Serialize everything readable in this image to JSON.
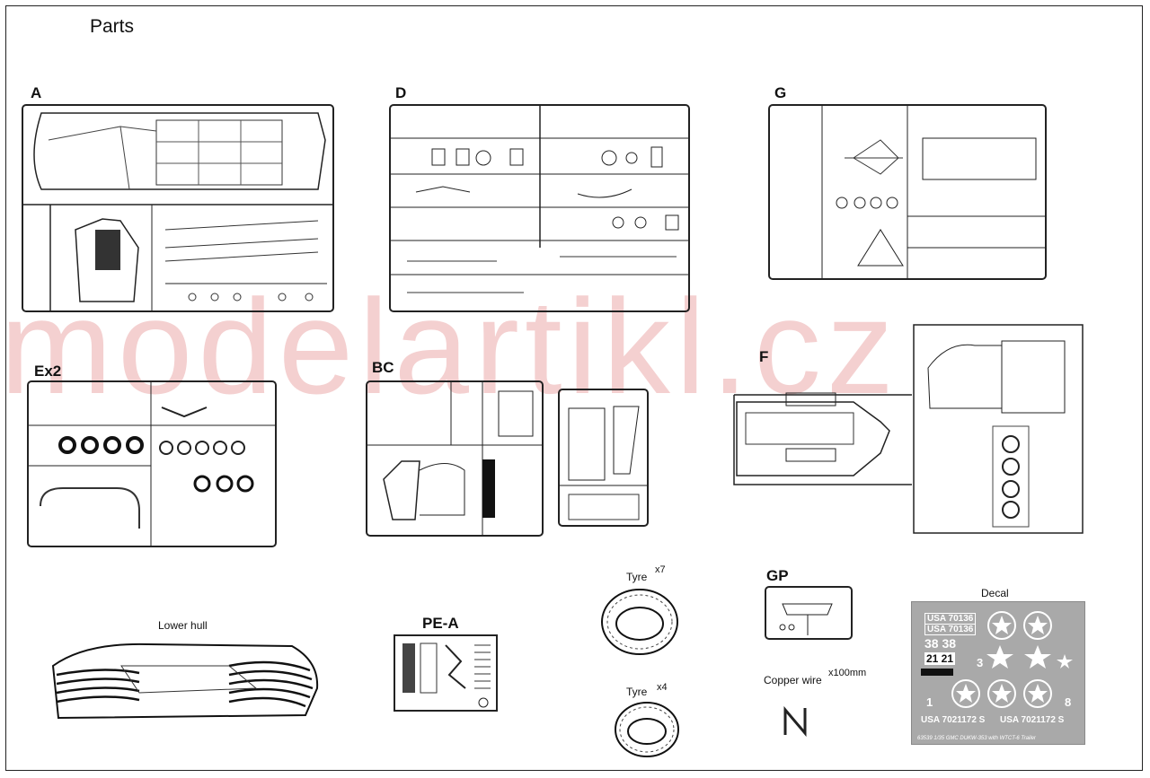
{
  "page": {
    "title": "Parts",
    "watermark": "modelartikl.cz"
  },
  "sprues": {
    "A": "A",
    "D": "D",
    "G": "G",
    "Ex2": "Ex2",
    "BC": "BC",
    "F": "F",
    "GP": "GP",
    "PE_A": "PE-A"
  },
  "captions": {
    "lower_hull": "Lower hull",
    "tyre_large": "Tyre",
    "tyre_large_qty": "x7",
    "tyre_small": "Tyre",
    "tyre_small_qty": "x4",
    "copper_wire": "Copper wire",
    "copper_wire_qty": "x100mm",
    "decal": "Decal"
  },
  "decal_sheet": {
    "reg1": "USA 70136",
    "reg2": "USA 70136",
    "num38": "38 38",
    "num21": "21  21",
    "num3": "3",
    "num1": "1",
    "serial1": "USA 7021172 S",
    "serial2": "USA 7021172 S",
    "num8": "8",
    "footer": "63539 1/35 GMC DUKW-353 with WTCT-6 Trailer"
  }
}
